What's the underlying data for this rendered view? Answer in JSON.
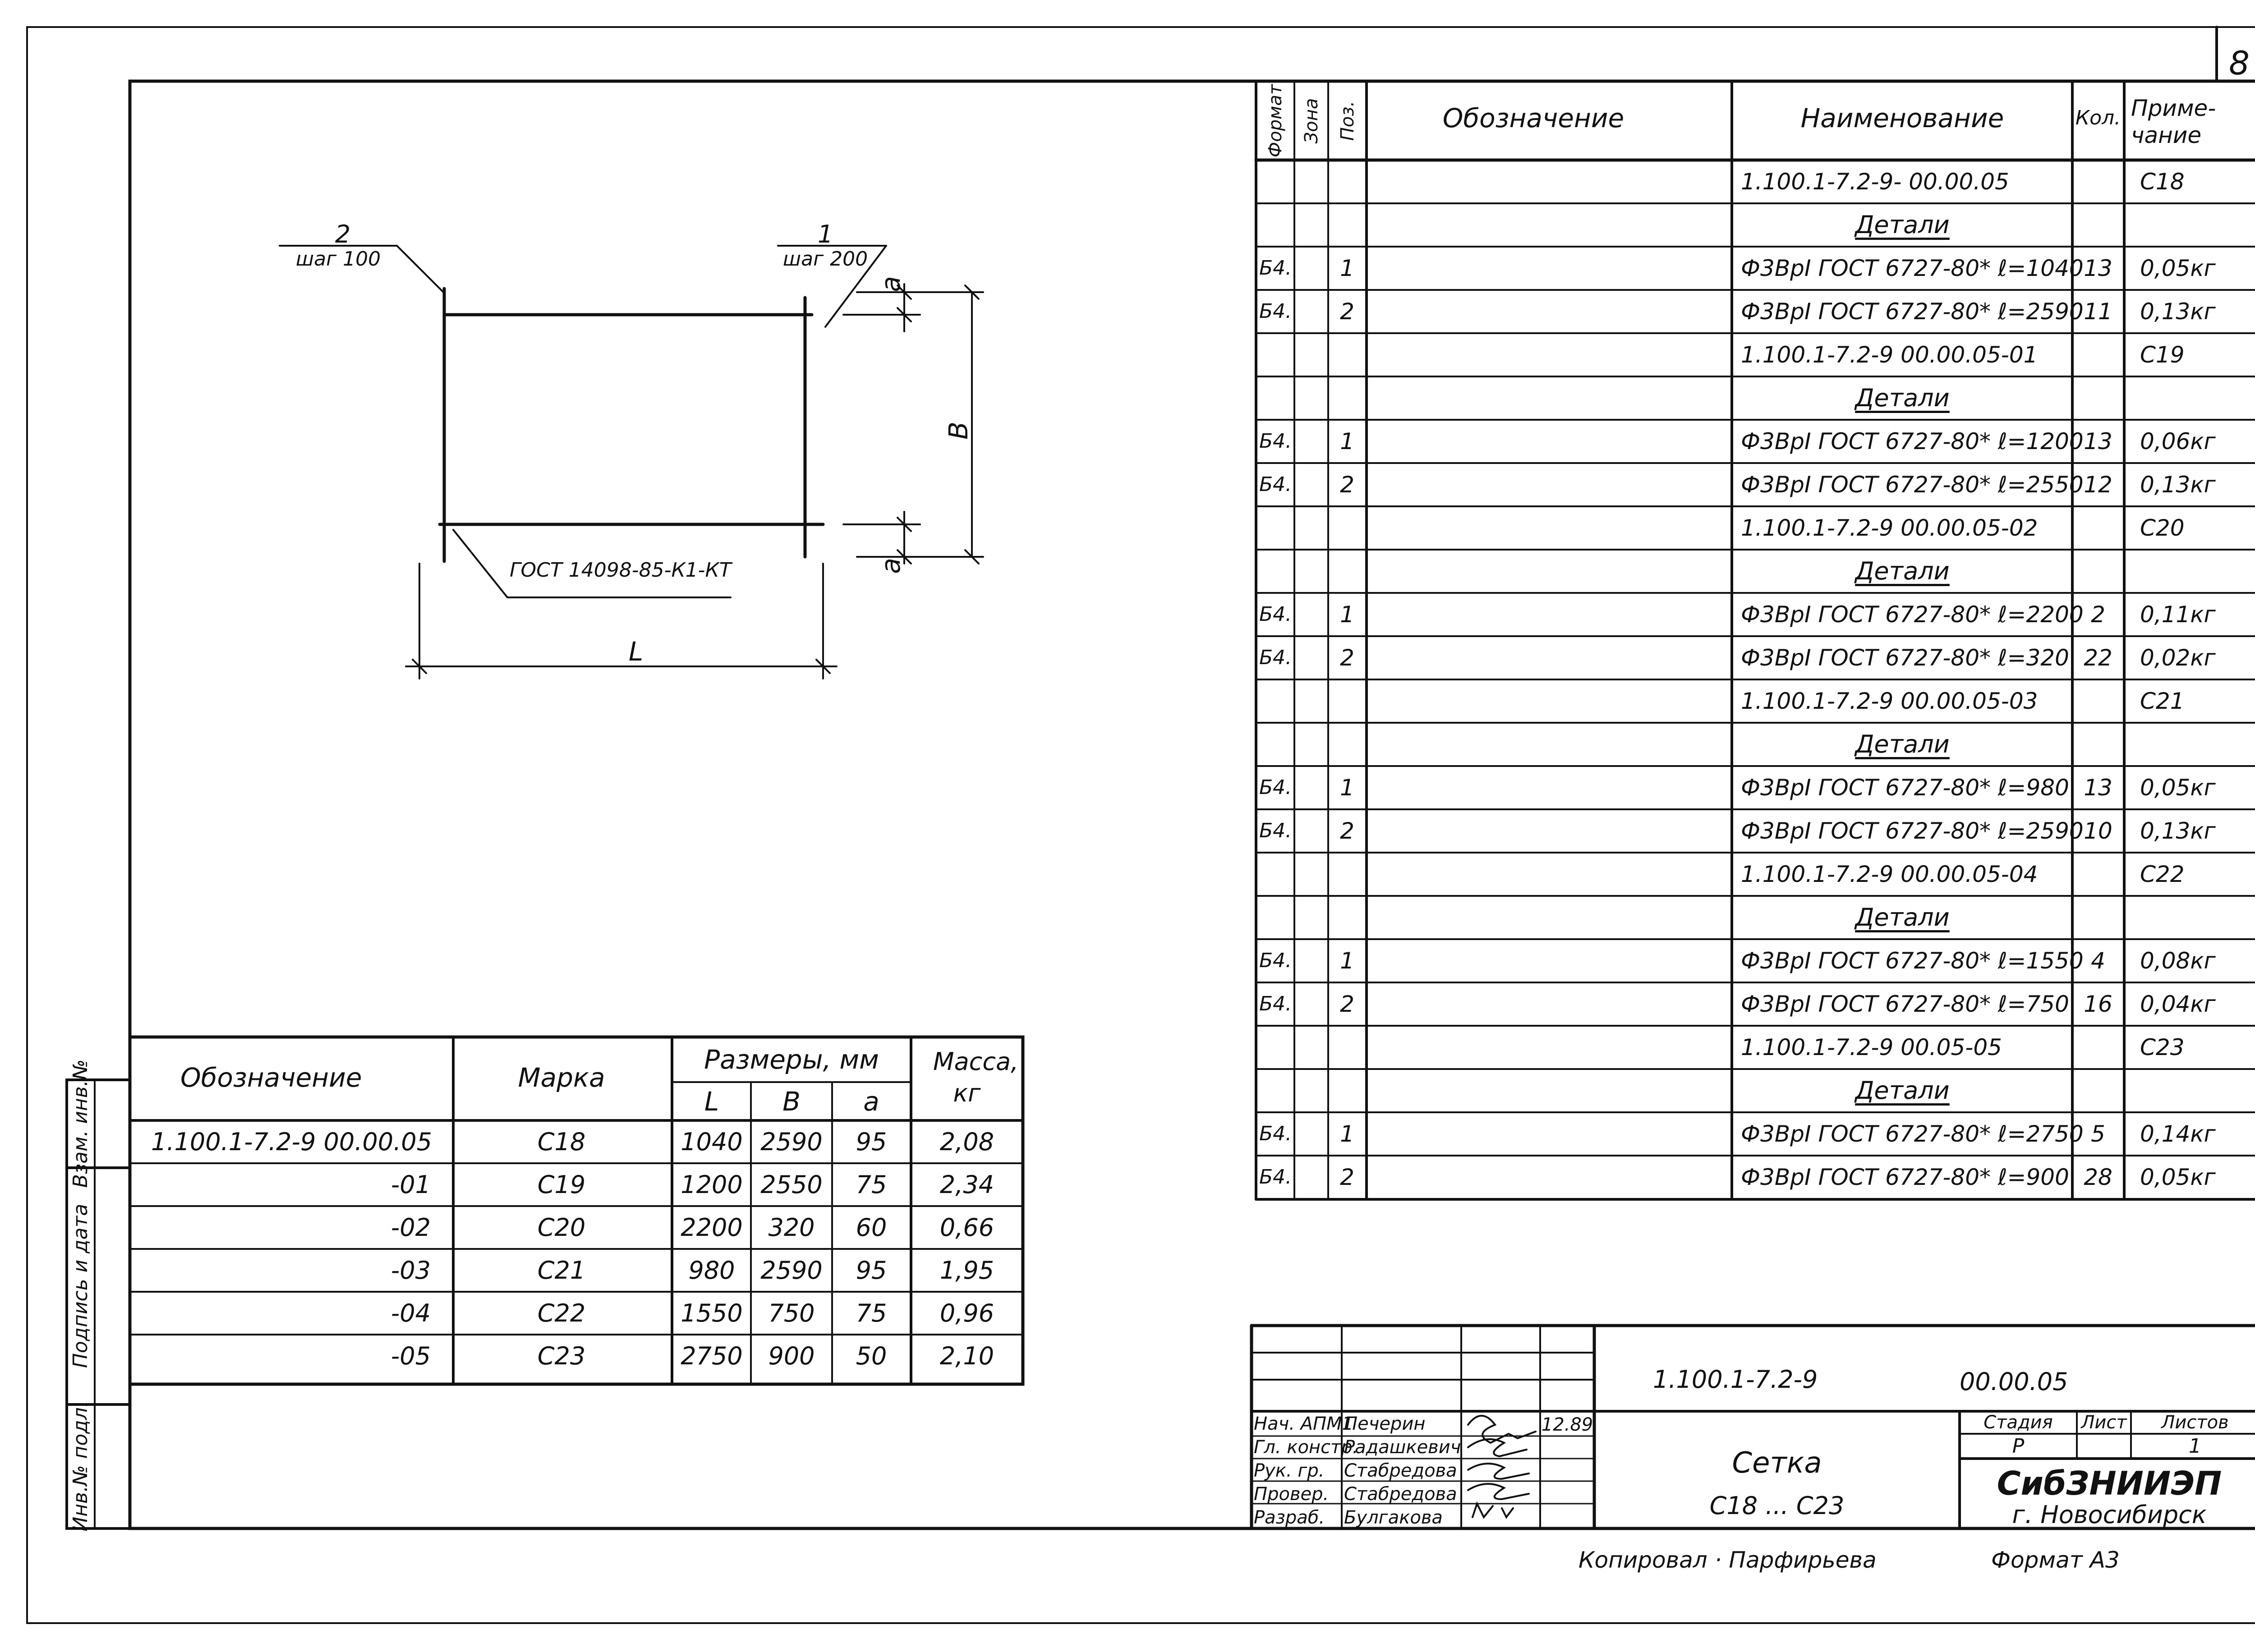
{
  "page_number": "8",
  "sketch": {
    "leader_left_top": "2",
    "leader_left_bottom": "шаг 100",
    "leader_right_top": "1",
    "leader_right_bottom": "шаг 200",
    "dim_a": "a",
    "dim_b": "B",
    "dim_L": "L",
    "gost_label": "ГОСТ 14098-85-К1-КТ"
  },
  "marks_table": {
    "headers": {
      "designation": "Обозначение",
      "mark": "Марка",
      "sizes": "Размеры, мм",
      "L": "L",
      "B": "B",
      "a": "a",
      "mass": "Масса, кг"
    },
    "rows": [
      {
        "designation": "1.100.1-7.2-9     00.00.05",
        "mark": "С18",
        "L": "1040",
        "B": "2590",
        "a": "95",
        "mass": "2,08"
      },
      {
        "designation": "-01",
        "mark": "С19",
        "L": "1200",
        "B": "2550",
        "a": "75",
        "mass": "2,34"
      },
      {
        "designation": "-02",
        "mark": "С20",
        "L": "2200",
        "B": "320",
        "a": "60",
        "mass": "0,66"
      },
      {
        "designation": "-03",
        "mark": "С21",
        "L": "980",
        "B": "2590",
        "a": "95",
        "mass": "1,95"
      },
      {
        "designation": "-04",
        "mark": "С22",
        "L": "1550",
        "B": "750",
        "a": "75",
        "mass": "0,96"
      },
      {
        "designation": "-05",
        "mark": "С23",
        "L": "2750",
        "B": "900",
        "a": "50",
        "mass": "2,10"
      }
    ]
  },
  "spec_table": {
    "headers": {
      "format": "Формат",
      "zone": "Зона",
      "pos": "Поз.",
      "designation": "Обозначение",
      "name": "Наименование",
      "qty": "Кол.",
      "note_1": "Приме-",
      "note_2": "чание"
    },
    "rows": [
      {
        "format": "",
        "pos": "",
        "name": "1.100.1-7.2-9-    00.00.05",
        "qty": "",
        "note": "С18",
        "underline": false
      },
      {
        "format": "",
        "pos": "",
        "name": "Детали",
        "qty": "",
        "note": "",
        "underline": true
      },
      {
        "format": "Б4.",
        "pos": "1",
        "name": "Ф3ВрI ГОСТ 6727-80* ℓ=1040",
        "qty": "13",
        "note": "0,05кг",
        "underline": false
      },
      {
        "format": "Б4.",
        "pos": "2",
        "name": "Ф3ВрI ГОСТ 6727-80* ℓ=2590",
        "qty": "11",
        "note": "0,13кг",
        "underline": false
      },
      {
        "format": "",
        "pos": "",
        "name": "1.100.1-7.2-9    00.00.05-01",
        "qty": "",
        "note": "С19",
        "underline": false
      },
      {
        "format": "",
        "pos": "",
        "name": "Детали",
        "qty": "",
        "note": "",
        "underline": true
      },
      {
        "format": "Б4.",
        "pos": "1",
        "name": "Ф3ВрI ГОСТ 6727-80* ℓ=1200",
        "qty": "13",
        "note": "0,06кг",
        "underline": false
      },
      {
        "format": "Б4.",
        "pos": "2",
        "name": "Ф3ВрI ГОСТ 6727-80* ℓ=2550",
        "qty": "12",
        "note": "0,13кг",
        "underline": false
      },
      {
        "format": "",
        "pos": "",
        "name": "1.100.1-7.2-9      00.00.05-02",
        "qty": "",
        "note": "С20",
        "underline": false
      },
      {
        "format": "",
        "pos": "",
        "name": "Детали",
        "qty": "",
        "note": "",
        "underline": true
      },
      {
        "format": "Б4.",
        "pos": "1",
        "name": "Ф3ВрI ГОСТ 6727-80* ℓ=2200",
        "qty": "2",
        "note": "0,11кг",
        "underline": false
      },
      {
        "format": "Б4.",
        "pos": "2",
        "name": "Ф3ВрI ГОСТ 6727-80* ℓ=320",
        "qty": "22",
        "note": "0,02кг",
        "underline": false
      },
      {
        "format": "",
        "pos": "",
        "name": "1.100.1-7.2-9     00.00.05-03",
        "qty": "",
        "note": "С21",
        "underline": false
      },
      {
        "format": "",
        "pos": "",
        "name": "Детали",
        "qty": "",
        "note": "",
        "underline": true
      },
      {
        "format": "Б4.",
        "pos": "1",
        "name": "Ф3ВрI ГОСТ 6727-80* ℓ=980",
        "qty": "13",
        "note": "0,05кг",
        "underline": false
      },
      {
        "format": "Б4.",
        "pos": "2",
        "name": "Ф3ВрI ГОСТ 6727-80* ℓ=2590",
        "qty": "10",
        "note": "0,13кг",
        "underline": false
      },
      {
        "format": "",
        "pos": "",
        "name": "1.100.1-7.2-9    00.00.05-04",
        "qty": "",
        "note": "С22",
        "underline": false
      },
      {
        "format": "",
        "pos": "",
        "name": "Детали",
        "qty": "",
        "note": "",
        "underline": true
      },
      {
        "format": "Б4.",
        "pos": "1",
        "name": "Ф3ВрI ГОСТ 6727-80* ℓ=1550",
        "qty": "4",
        "note": "0,08кг",
        "underline": false
      },
      {
        "format": "Б4.",
        "pos": "2",
        "name": "Ф3ВрI ГОСТ 6727-80* ℓ=750",
        "qty": "16",
        "note": "0,04кг",
        "underline": false
      },
      {
        "format": "",
        "pos": "",
        "name": "1.100.1-7.2-9        00.05-05",
        "qty": "",
        "note": "С23",
        "underline": false
      },
      {
        "format": "",
        "pos": "",
        "name": "Детали",
        "qty": "",
        "note": "",
        "underline": true
      },
      {
        "format": "Б4.",
        "pos": "1",
        "name": "Ф3ВрI ГОСТ 6727-80* ℓ=2750",
        "qty": "5",
        "note": "0,14кг",
        "underline": false
      },
      {
        "format": "Б4.",
        "pos": "2",
        "name": "Ф3ВрI ГОСТ 6727-80* ℓ=900",
        "qty": "28",
        "note": "0,05кг",
        "underline": false
      }
    ]
  },
  "side_stamp": {
    "cells": [
      "Инв.№ подл.",
      "Подпись и дата",
      "Взам. инв.№"
    ]
  },
  "title_block": {
    "doc_number": "1.100.1-7.2-9",
    "doc_code": "00.00.05",
    "title_1": "Сетка",
    "title_2": "С18 ... С23",
    "stage_label": "Стадия",
    "sheet_label": "Лист",
    "sheets_label": "Листов",
    "stage_value": "Р",
    "sheets_value": "1",
    "org_1": "СибЗНИИЭП",
    "org_2": "г. Новосибирск",
    "date": "12.89",
    "signers": [
      {
        "role": "Нач. АПМ1",
        "name": "Печерин"
      },
      {
        "role": "Гл. констр.",
        "name": "Радашкевич"
      },
      {
        "role": "Рук. гр.",
        "name": "Стабредова"
      },
      {
        "role": "Провер.",
        "name": "Стабредова"
      },
      {
        "role": "Разраб.",
        "name": "Булгакова"
      }
    ]
  },
  "footer": {
    "copied_by": "Копировал · Парфирьева",
    "format": "Формат А3"
  }
}
